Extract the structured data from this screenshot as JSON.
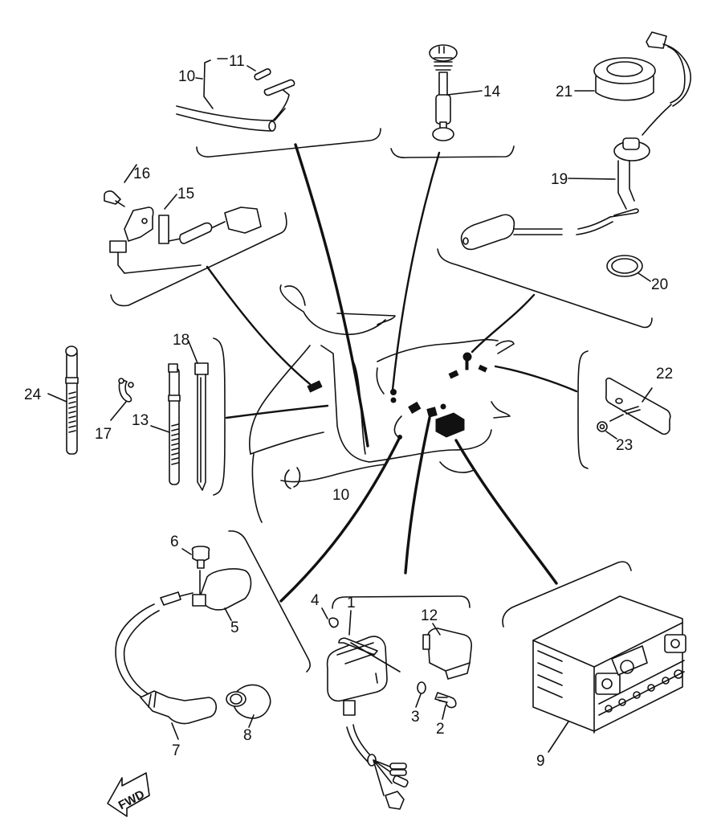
{
  "diagram": {
    "title": "Electrical parts exploded view",
    "direction_marker": "FWD",
    "callouts": {
      "c1": "1",
      "c2": "2",
      "c3": "3",
      "c4": "4",
      "c5": "5",
      "c6": "6",
      "c7": "7",
      "c8": "8",
      "c9": "9",
      "c10a": "10",
      "c10b": "10",
      "c11": "11",
      "c12": "12",
      "c13": "13",
      "c14": "14",
      "c15": "15",
      "c16": "16",
      "c17": "17",
      "c18": "18",
      "c19": "19",
      "c20": "20",
      "c21": "21",
      "c22": "22",
      "c23": "23",
      "c24": "24"
    },
    "parts": [
      {
        "id": "wire-harness",
        "callouts": [
          "10",
          "11"
        ]
      },
      {
        "id": "fuel-gauge-adjuster",
        "callouts": [
          "14"
        ]
      },
      {
        "id": "fuel-sender-unit",
        "callouts": [
          "19",
          "20",
          "21"
        ]
      },
      {
        "id": "switch-assembly",
        "callouts": [
          "15",
          "16"
        ]
      },
      {
        "id": "cable-ties-and-clamps",
        "callouts": [
          "13",
          "17",
          "18",
          "24"
        ]
      },
      {
        "id": "reflector",
        "callouts": [
          "22",
          "23"
        ]
      },
      {
        "id": "ignition-coil",
        "callouts": [
          "5",
          "6",
          "7",
          "8"
        ]
      },
      {
        "id": "cdi-unit-and-relay",
        "callouts": [
          "1",
          "2",
          "3",
          "4",
          "12"
        ]
      },
      {
        "id": "battery",
        "callouts": [
          "9"
        ]
      }
    ]
  }
}
